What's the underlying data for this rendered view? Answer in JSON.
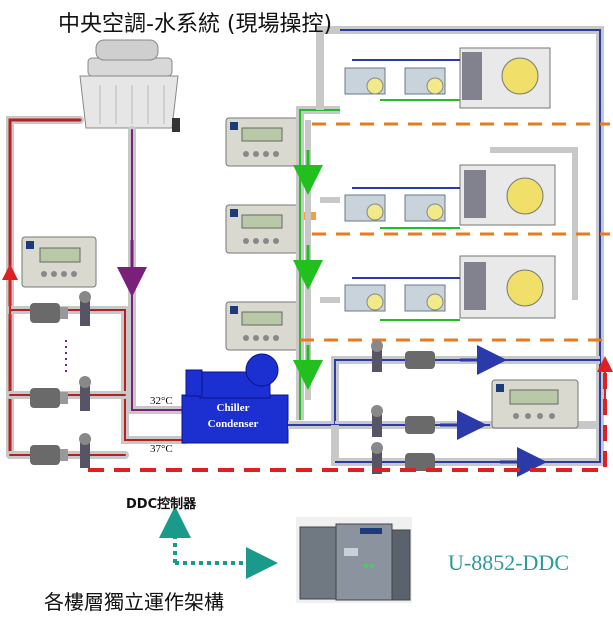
{
  "title": "中央空調-水系統 (現場操控)",
  "temp_supply": "32°C",
  "temp_return": "37°C",
  "chiller_label_1": "Chiller",
  "chiller_label_2": "Condenser",
  "ddc_label": "DDC控制器",
  "controller_model": "U-8852-DDC",
  "bottom_caption": "各樓層獨立運作架構",
  "colors": {
    "cooling_supply": "#b22222",
    "cooling_return": "#7a1f7a",
    "chilled_supply": "#2a3aa8",
    "chilled_green": "#22c01e",
    "control_bus": "#e03030",
    "floor_divider": "#e87b1f",
    "ddc_link": "#1a9a8a"
  }
}
